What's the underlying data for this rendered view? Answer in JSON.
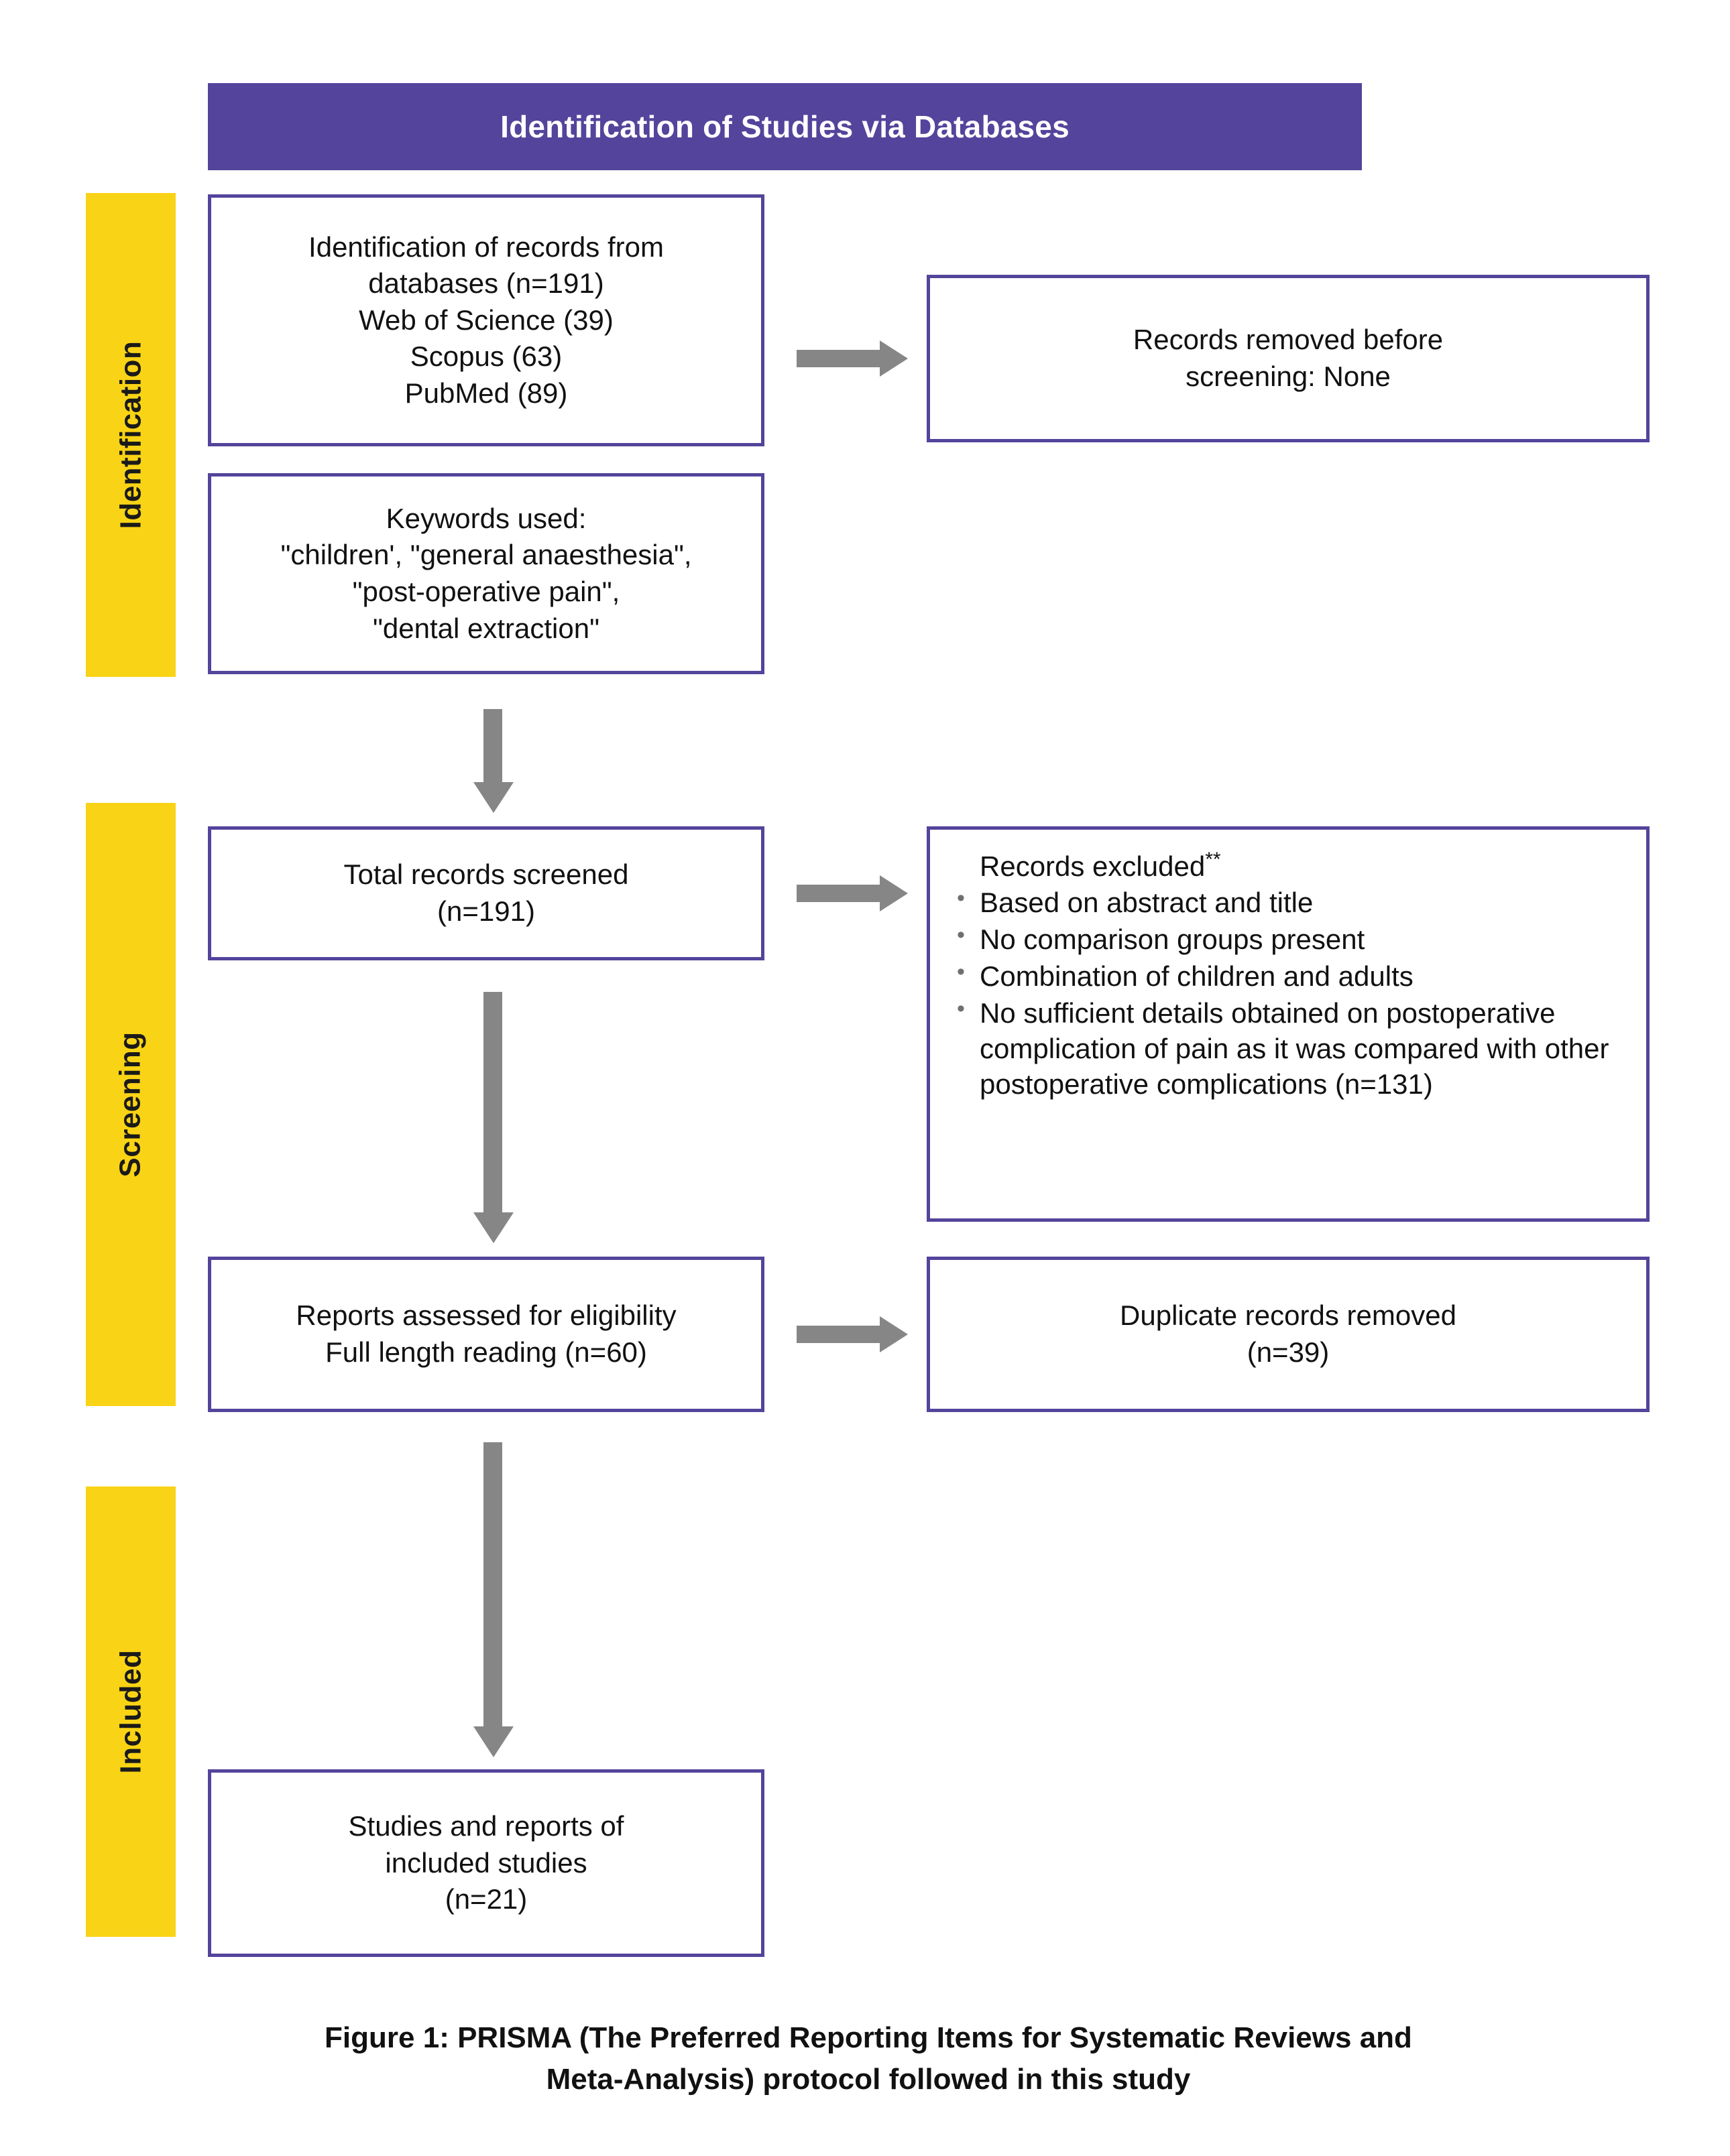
{
  "header": {
    "title": "Identification of Studies via Databases"
  },
  "stages": [
    {
      "id": "identification",
      "label": "Identification"
    },
    {
      "id": "screening",
      "label": "Screening"
    },
    {
      "id": "included",
      "label": "Included"
    }
  ],
  "boxes": {
    "identification_records": "Identification of records from\ndatabases (n=191)\nWeb of Science (39)\nScopus (63)\nPubMed (89)",
    "keywords": "Keywords used:\n\"children', \"general anaesthesia\",\n\"post-operative pain\",\n\"dental extraction\"",
    "records_removed": "Records removed before\nscreening: None",
    "records_screened": "Total records screened\n(n=191)",
    "reports_assessed": "Reports assessed for eligibility\nFull length reading (n=60)",
    "duplicates_removed": "Duplicate records removed\n(n=39)",
    "included_studies": "Studies and reports of\nincluded studies\n(n=21)"
  },
  "excluded": {
    "heading": "Records excluded",
    "heading_marker": "**",
    "items": [
      "Based on abstract and title",
      "No comparison groups present",
      "Combination of children and adults",
      "No sufficient details obtained on postoperative complication of pain as it was compared with other postoperative complications (n=131)"
    ]
  },
  "caption": "Figure 1: PRISMA (The Preferred Reporting Items for Systematic Reviews and\nMeta-Analysis) protocol followed in this study",
  "colors": {
    "header_purple": "#54449B",
    "stage_yellow": "#F9D315",
    "box_border": "#54449B",
    "arrow_gray": "#868686",
    "text": "#111111"
  }
}
